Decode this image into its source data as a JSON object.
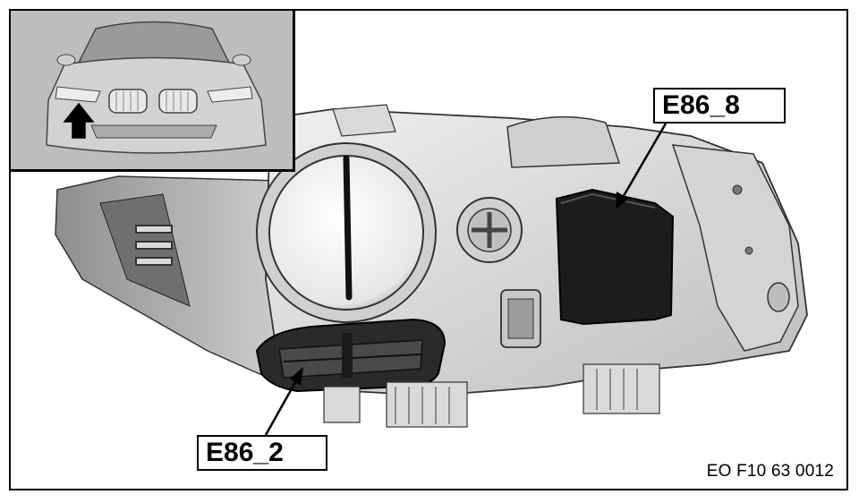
{
  "labels": {
    "top_component": "E86_8",
    "bottom_component": "E86_2"
  },
  "figure_id": "EO F10 63 0012",
  "icons": {
    "view_direction": "arrow-up-icon"
  },
  "colors": {
    "line": "#000000",
    "part_fill": "#e6e6e6",
    "part_shadow": "#a8a8a8",
    "module_dark": "#1c1c1c",
    "inset_bg": "#bdbdbd"
  }
}
